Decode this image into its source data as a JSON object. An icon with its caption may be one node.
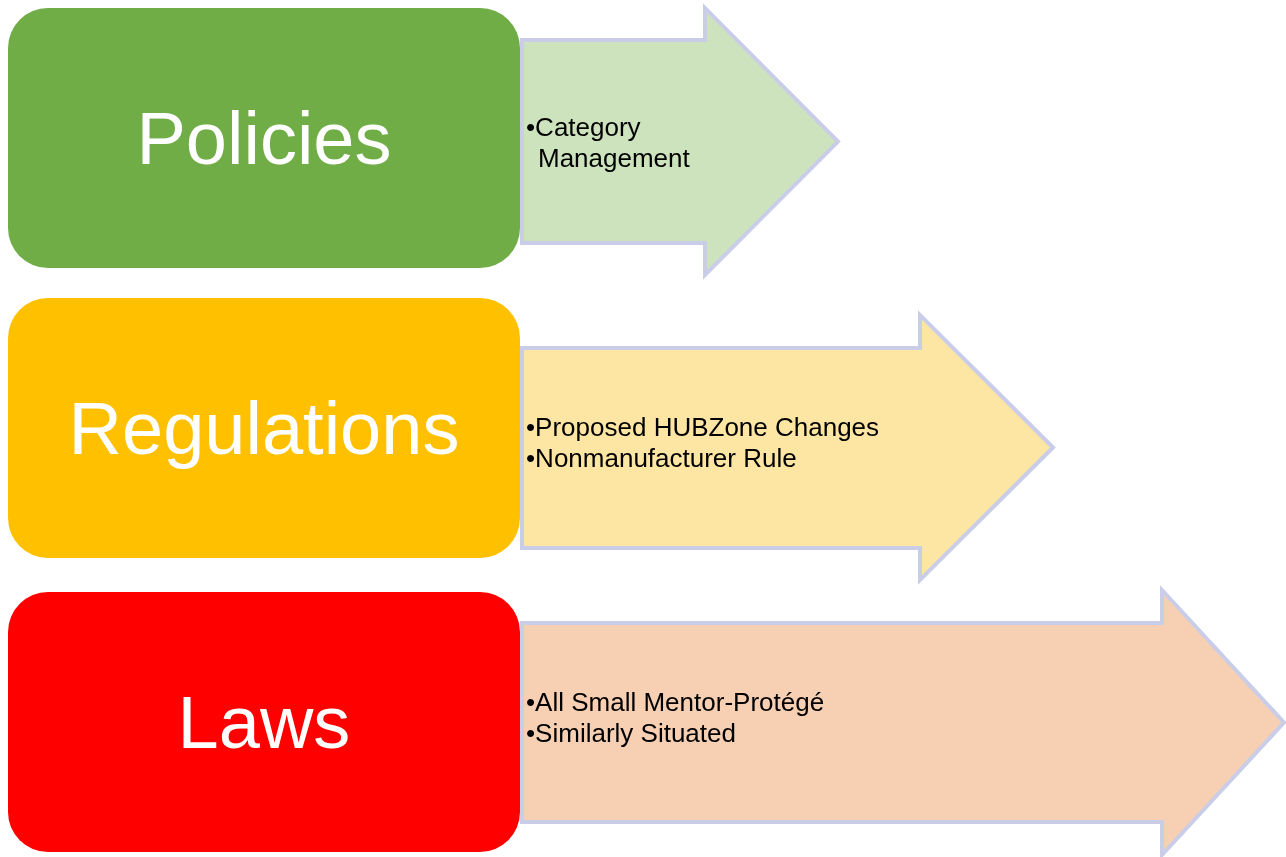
{
  "diagram": {
    "nodes": [
      {
        "text": [
          "Policies"
        ]
      },
      {
        "text": [
          "•Category Management"
        ]
      },
      {
        "text": [
          "Regulations"
        ]
      },
      {
        "text": [
          "•Proposed HUBZone Changes",
          "•Nonmanufacturer Rule"
        ]
      },
      {
        "text": [
          "Laws"
        ]
      },
      {
        "text": [
          "•All Small Mentor-Protégé",
          "•Similarly Situated"
        ]
      }
    ]
  }
}
